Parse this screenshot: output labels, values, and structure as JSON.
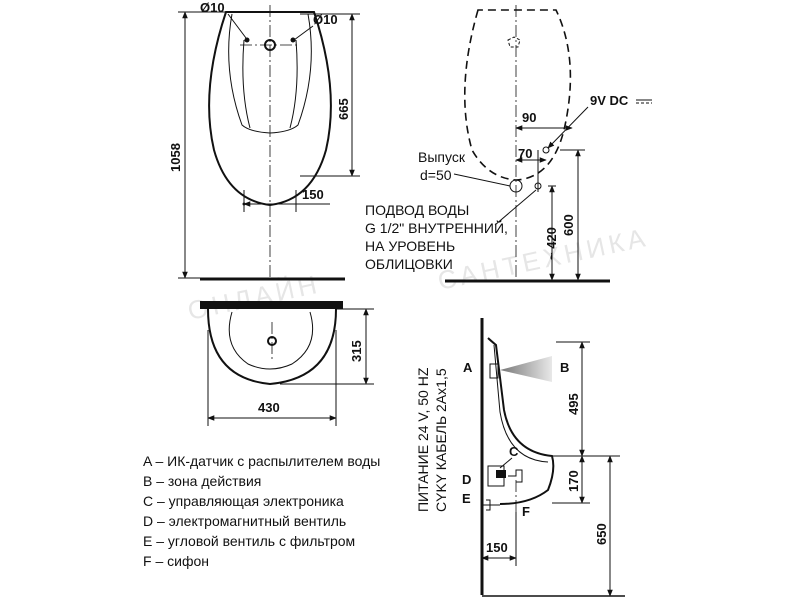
{
  "front_view": {
    "dim_hole_left": "Ø10",
    "dim_hole_right": "Ø10",
    "dim_665": "665",
    "dim_1058": "1058",
    "dim_150": "150"
  },
  "side_view": {
    "label_9v": "9V DC",
    "dim_90": "90",
    "dim_70": "70",
    "outlet_line1": "Выпуск",
    "outlet_line2": "d=50",
    "water_line1": "ПОДВОД ВОДЫ",
    "water_line2": "G 1/2\" ВНУТРЕННИЙ,",
    "water_line3": "НА УРОВЕНЬ",
    "water_line4": "ОБЛИЦОВКИ",
    "dim_420": "~ 420",
    "dim_600": "600"
  },
  "top_view": {
    "dim_315": "315",
    "dim_430": "430"
  },
  "section_view": {
    "power_line1": "ПИТАНИЕ 24 V, 50 HZ",
    "power_line2": "CYKY КАБЕЛЬ 2Ах1,5",
    "label_a": "A",
    "label_b": "B",
    "label_c": "C",
    "label_d": "D",
    "label_e": "E",
    "label_f": "F",
    "dim_495": "495",
    "dim_170": "170",
    "dim_650": "650",
    "dim_150": "150"
  },
  "legend": [
    "A – ИК-датчик с распылителем воды",
    "B – зона действия",
    "C – управляющая электроника",
    "D – электромагнитный вентиль",
    "E – угловой вентиль с фильтром",
    "F – сифон"
  ],
  "watermark_line1": "САНТЕХНИКА",
  "watermark_line2": "ОНЛАЙН"
}
